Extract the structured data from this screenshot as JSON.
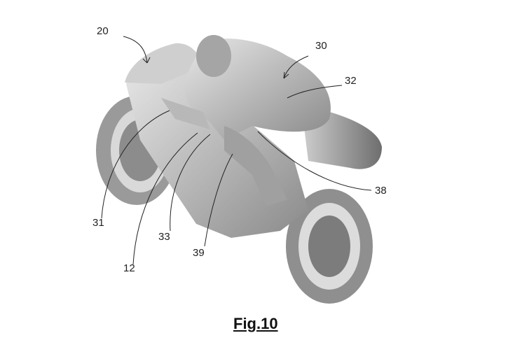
{
  "figure": {
    "caption": "Fig.10",
    "labels": {
      "l20": "20",
      "l30": "30",
      "l32": "32",
      "l38": "38",
      "l31": "31",
      "l33": "33",
      "l12": "12",
      "l39": "39"
    }
  }
}
